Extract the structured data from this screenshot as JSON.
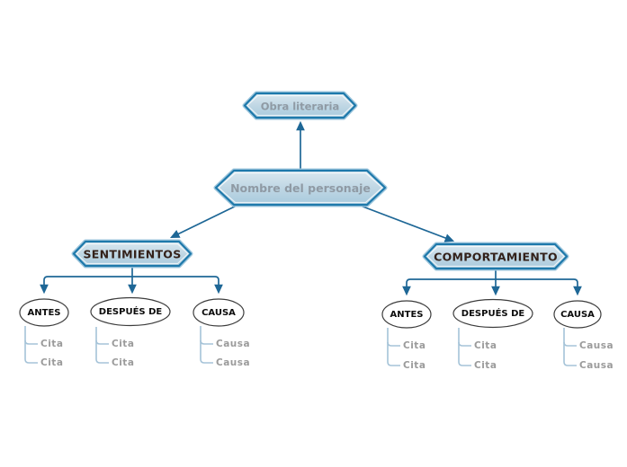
{
  "diagram": {
    "background": "#ffffff",
    "root_node": {
      "label": "Obra literaria"
    },
    "center_node": {
      "label": "Nombre del personaje"
    },
    "branches": [
      {
        "label": "SENTIMIENTOS",
        "children": [
          {
            "label": "ANTES",
            "items": [
              "Cita",
              "Cita"
            ]
          },
          {
            "label": "DESPUÉS DE",
            "items": [
              "Cita",
              "Cita"
            ]
          },
          {
            "label": "CAUSA",
            "items": [
              "Causa",
              "Causa"
            ]
          }
        ]
      },
      {
        "label": "COMPORTAMIENTO",
        "children": [
          {
            "label": "ANTES",
            "items": [
              "Cita",
              "Cita"
            ]
          },
          {
            "label": "DESPUÉS DE",
            "items": [
              "Cita",
              "Cita"
            ]
          },
          {
            "label": "CAUSA",
            "items": [
              "Causa",
              "Causa"
            ]
          }
        ]
      }
    ],
    "colors": {
      "node_border": "#1e79ab",
      "node_glow": "#9cc5dc",
      "node_fill_top": "#dae8f0",
      "node_fill_bottom": "#a8cadd",
      "node_text_muted": "#8f9aa4",
      "branch_text": "#33211a",
      "connector": "#1e6796",
      "child_connector": "#a5c3d8",
      "child_text": "#9b9b9b",
      "ellipse_border": "#3c3c3c",
      "ellipse_text": "#0c0c0c"
    }
  }
}
